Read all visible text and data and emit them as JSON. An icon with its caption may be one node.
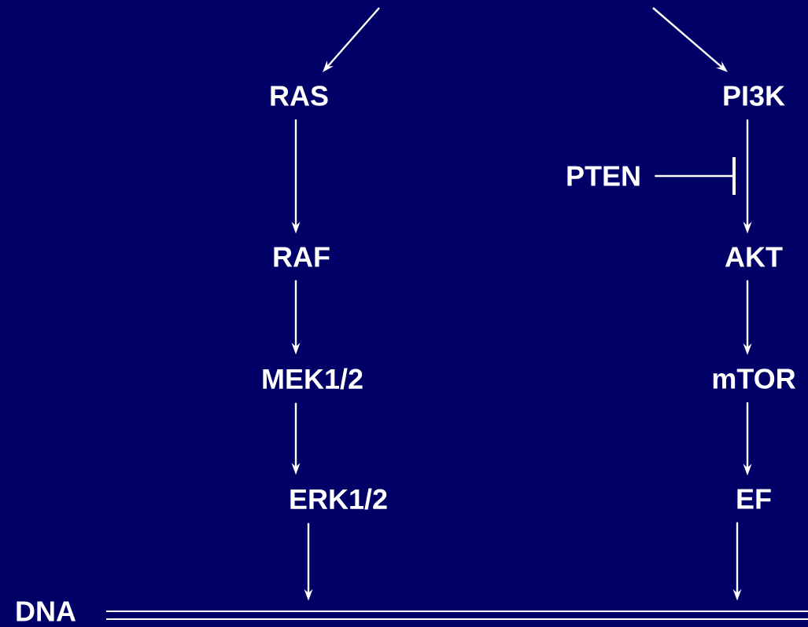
{
  "diagram": {
    "nodes": [
      {
        "text": [
          "RAS"
        ]
      },
      {
        "text": [
          "PI3K"
        ]
      },
      {
        "text": [
          "PTEN"
        ]
      },
      {
        "text": [
          "RAF"
        ]
      },
      {
        "text": [
          "AKT"
        ]
      },
      {
        "text": [
          "MEK1/2"
        ]
      },
      {
        "text": [
          "mTOR"
        ]
      },
      {
        "text": [
          "ERK1/2"
        ]
      },
      {
        "text": [
          "EF"
        ]
      },
      {
        "text": [],
        "shape": "bar",
        "beside": [
          "DNA"
        ]
      }
    ],
    "edges": [
      {
        "from": null,
        "to": 0,
        "arrow": "to"
      },
      {
        "from": null,
        "to": 1,
        "arrow": "to"
      },
      {
        "from": 0,
        "to": 3,
        "arrow": "to"
      },
      {
        "from": 3,
        "to": 5,
        "arrow": "to"
      },
      {
        "from": 5,
        "to": 7,
        "arrow": "to"
      },
      {
        "from": 7,
        "to": 9,
        "arrow": "to"
      },
      {
        "from": 1,
        "to": 4,
        "arrow": "to"
      },
      {
        "from": 4,
        "to": 6,
        "arrow": "to"
      },
      {
        "from": 6,
        "to": 8,
        "arrow": "to"
      },
      {
        "from": 8,
        "to": 9,
        "arrow": "to"
      },
      {
        "from": 2,
        "to": null,
        "arrow": "other"
      }
    ]
  }
}
